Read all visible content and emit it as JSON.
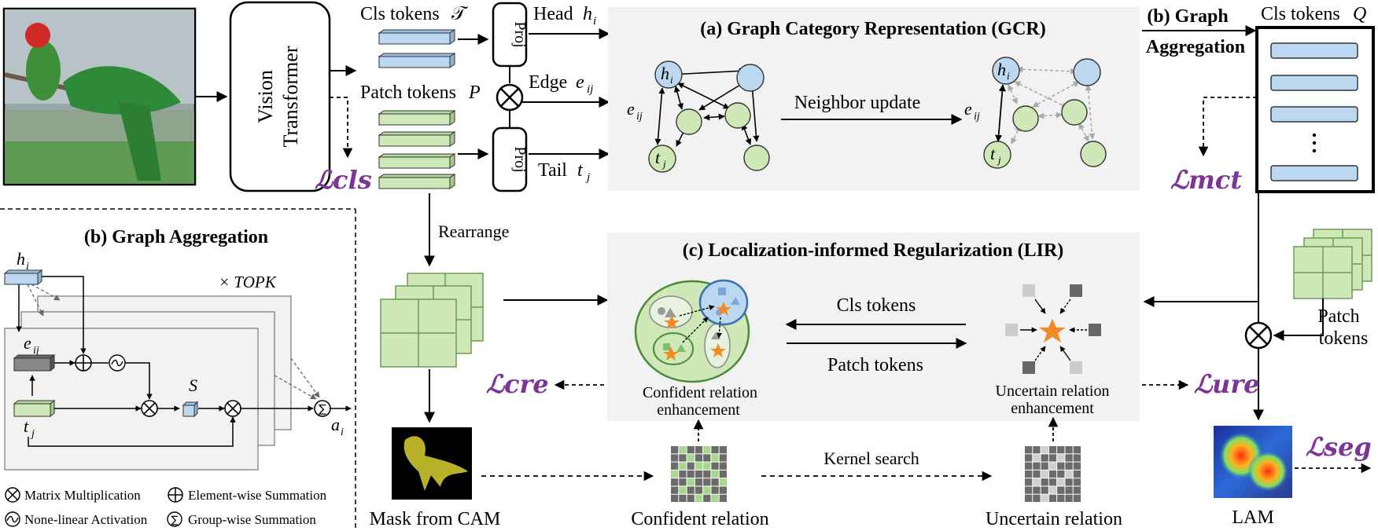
{
  "modules": {
    "vit": {
      "line1": "Vision",
      "line2": "Transformer"
    },
    "proj": "Proj"
  },
  "tokens": {
    "cls": "Cls tokens",
    "cls_sym": "𝒯",
    "patch": "Patch tokens",
    "patch_sym": "P",
    "cls_q": "Cls tokens",
    "cls_q_sym": "Q",
    "patch_right_1": "Patch",
    "patch_right_2": "tokens"
  },
  "edges": {
    "head": "Head",
    "head_sym": "h",
    "head_sub": "i",
    "edge": "Edge",
    "edge_sym": "e",
    "edge_sub": "ij",
    "tail": "Tail",
    "tail_sym": "t",
    "tail_sub": "j"
  },
  "gcr": {
    "title": "(a) Graph Category Representation (GCR)",
    "neighbor_update": "Neighbor update",
    "node_h": "h",
    "node_h_sub": "i",
    "node_t": "t",
    "node_t_sub": "j",
    "edge_label": "e",
    "edge_label_sub": "ij"
  },
  "graph_agg_top": {
    "line1": "(b) Graph",
    "line2": "Aggregation"
  },
  "losses": {
    "cls": "ℒcls",
    "mct": "ℒmct",
    "cre": "ℒcre",
    "ure": "ℒure",
    "seg": "ℒseg"
  },
  "lir": {
    "title": "(c) Localization-informed Regularization (LIR)",
    "cls_tokens": "Cls tokens",
    "patch_tokens": "Patch tokens",
    "confident_1": "Confident relation",
    "confident_2": "enhancement",
    "uncertain_1": "Uncertain relation",
    "uncertain_2": "enhancement"
  },
  "bottom": {
    "rearrange": "Rearrange",
    "mask": "Mask from CAM",
    "confident": "Confident relation",
    "kernel": "Kernel search",
    "uncertain": "Uncertain relation",
    "lam": "LAM"
  },
  "graph_agg": {
    "title": "(b) Graph Aggregation",
    "topk": "× TOPK",
    "h": "h",
    "h_sub": "i",
    "e": "e",
    "e_sub": "ij",
    "t": "t",
    "t_sub": "j",
    "s": "S",
    "a": "a",
    "a_sub": "i"
  },
  "legend": {
    "mm": "Matrix Multiplication",
    "es": "Element-wise Summation",
    "nla": "None-linear Activation",
    "gs": "Group-wise Summation"
  },
  "colors": {
    "blue_node": "#bcd7f0",
    "green_node": "#cfe8b8",
    "panel_bg": "#f2f2f2",
    "loss": "#7b3596",
    "orange_star": "#f08a24"
  }
}
